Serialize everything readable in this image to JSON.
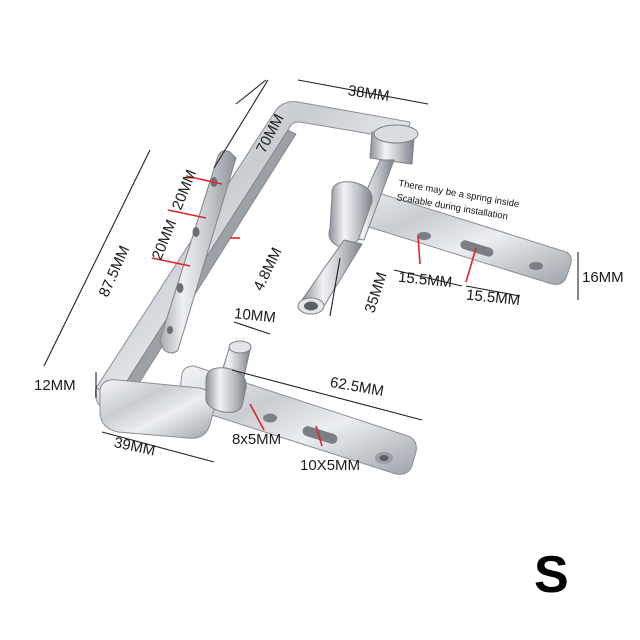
{
  "product": {
    "size_variant": "S",
    "note_lines": [
      "There may be a spring inside",
      "Scalable during installation"
    ],
    "dimensions": {
      "top_width": "38MM",
      "top_height": "70MM",
      "strip_hole_spacing_a": "20MM",
      "strip_hole_spacing_b": "20MM",
      "total_height": "87.5MM",
      "strip_thickness": "4.8MM",
      "pin_length": "35MM",
      "top_slot_spacing_a": "15.5MM",
      "top_slot_spacing_b": "15.5MM",
      "top_plate_width": "16MM",
      "bottom_pin_diameter": "10MM",
      "base_thickness": "12MM",
      "bottom_plate_length": "62.5MM",
      "base_width": "39MM",
      "bottom_hole": "8x5MM",
      "bottom_slot": "10X5MM"
    }
  }
}
